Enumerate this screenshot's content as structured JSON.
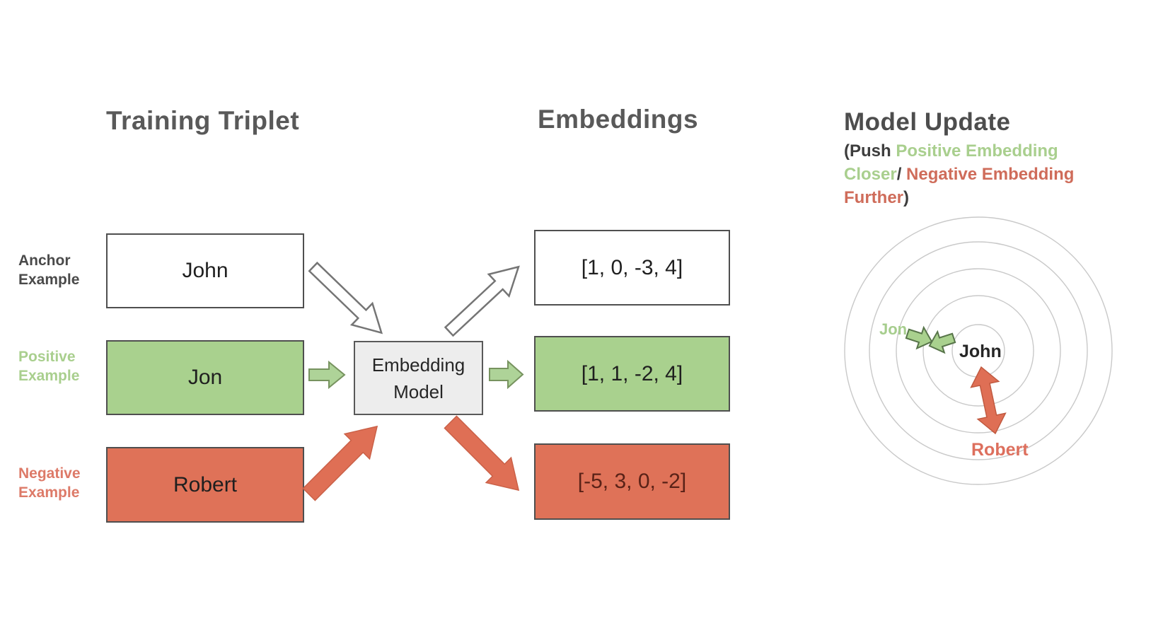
{
  "colors": {
    "title_gray": "#595959",
    "positive_green": "#a9d18e",
    "negative_red": "#df7258",
    "positive_label_green": "#a9cf8e",
    "negative_label_red": "#dd7a68",
    "model_box_fill": "#ededed",
    "box_border_gray": "#4f4f4f",
    "circle_outline_gray": "#c9c9c9"
  },
  "training_triplet": {
    "title": "Training Triplet",
    "rows": [
      {
        "role_lines": [
          "Anchor",
          "Example"
        ],
        "value": "John"
      },
      {
        "role_lines": [
          "Positive",
          "Example"
        ],
        "value": "Jon"
      },
      {
        "role_lines": [
          "Negative",
          "Example"
        ],
        "value": "Robert"
      }
    ]
  },
  "model": {
    "label_lines": [
      "Embedding",
      "Model"
    ]
  },
  "embeddings": {
    "title": "Embeddings",
    "values": [
      "[1, 0, -3, 4]",
      "[1, 1, -2, 4]",
      "[-5, 3, 0, -2]"
    ]
  },
  "model_update": {
    "title": "Model Update",
    "subtitle_parts": [
      {
        "text": "(Push ",
        "tone": "dark"
      },
      {
        "text": "Positive Embedding Closer",
        "tone": "green"
      },
      {
        "text": "/ ",
        "tone": "dark"
      },
      {
        "text": "Negative Embedding Further",
        "tone": "red"
      },
      {
        "text": ")",
        "tone": "dark"
      }
    ],
    "labels": {
      "positive": "Jon",
      "anchor": "John",
      "negative": "Robert"
    }
  }
}
